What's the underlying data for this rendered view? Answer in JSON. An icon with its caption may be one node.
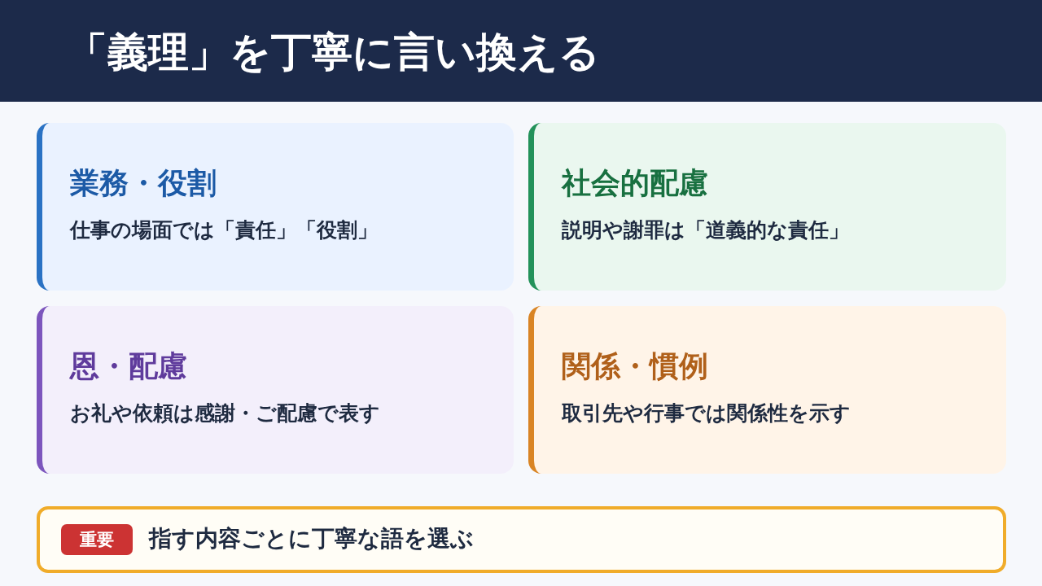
{
  "diagram": {
    "title": "「義理」を丁寧に言い換える",
    "nodes": [
      {
        "text": [
          "業務・役割",
          "仕事の場面では「責任」「役割」"
        ]
      },
      {
        "text": [
          "社会的配慮",
          "説明や謝罪は「道義的な責任」"
        ]
      },
      {
        "text": [
          "恩・配慮",
          "お礼や依頼は感謝・ご配慮で表す"
        ]
      },
      {
        "text": [
          "関係・慣例",
          "取引先や行事では関係性を示す"
        ]
      },
      {
        "text": [
          "指す内容ごとに丁寧な語を選ぶ"
        ]
      },
      {
        "text": [
          "重要"
        ],
        "in": 4
      }
    ],
    "edges": []
  }
}
